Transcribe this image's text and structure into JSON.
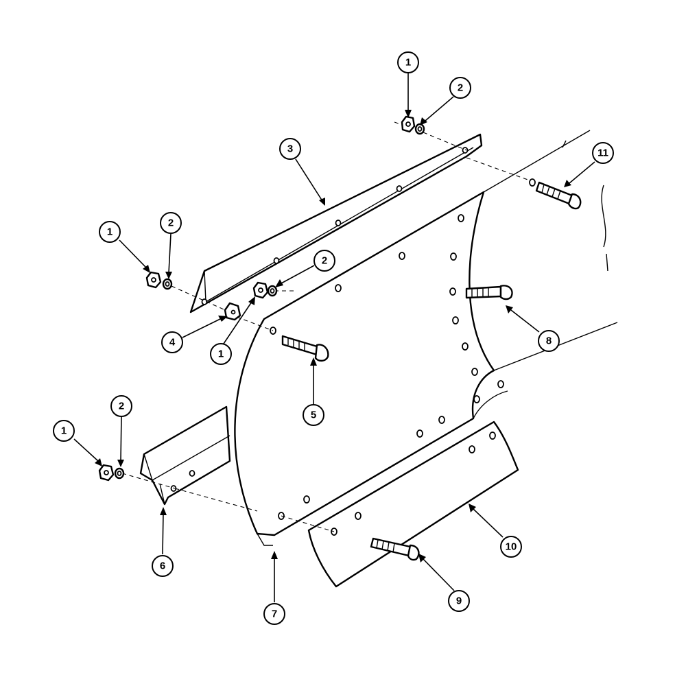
{
  "callouts": [
    {
      "label": "1"
    },
    {
      "label": "2"
    },
    {
      "label": "3"
    },
    {
      "label": "1"
    },
    {
      "label": "2"
    },
    {
      "label": "2"
    },
    {
      "label": "4"
    },
    {
      "label": "1"
    },
    {
      "label": "5"
    },
    {
      "label": "11"
    },
    {
      "label": "8"
    },
    {
      "label": "1"
    },
    {
      "label": "2"
    },
    {
      "label": "6"
    },
    {
      "label": "7"
    },
    {
      "label": "10"
    },
    {
      "label": "9"
    }
  ]
}
